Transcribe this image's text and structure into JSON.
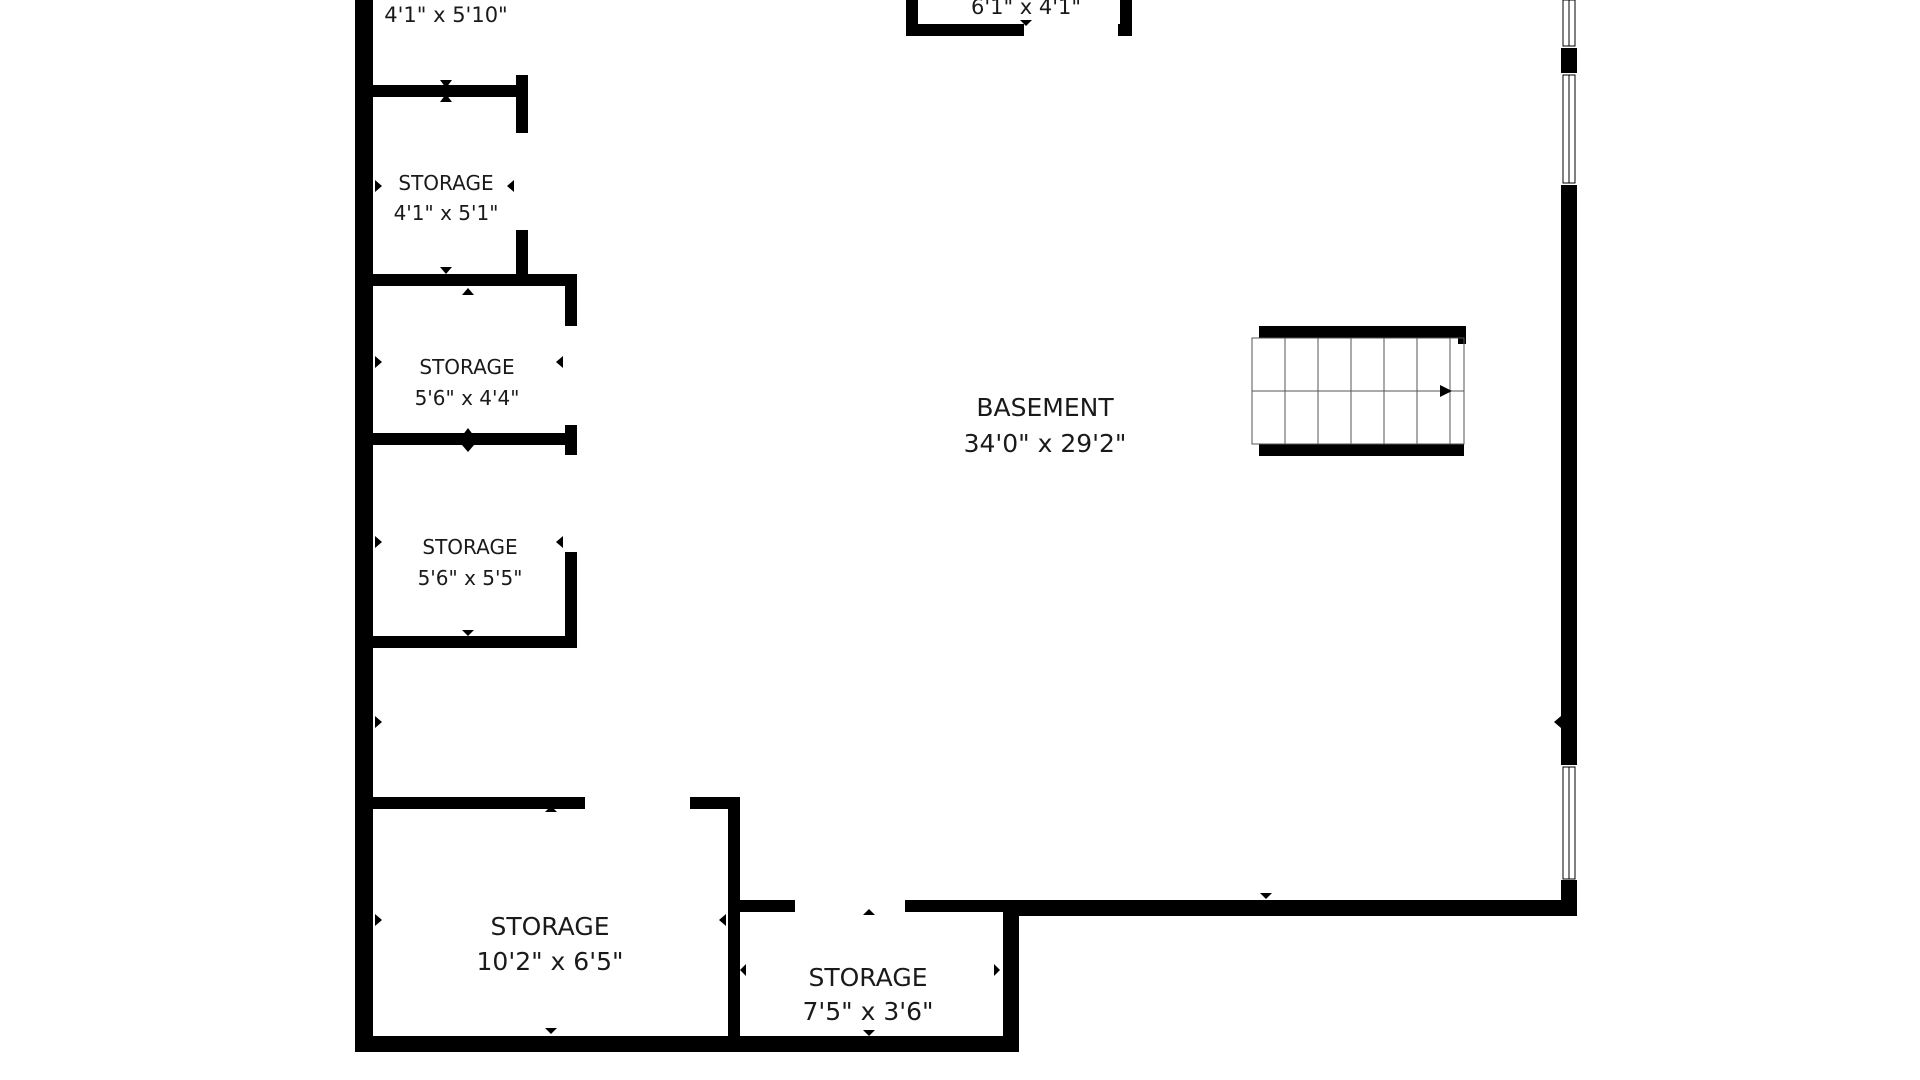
{
  "rooms": {
    "top_left_partial": {
      "dims": "4'1\" x 5'10\""
    },
    "top_center_partial": {
      "dims": "6'1\" x 4'1\""
    },
    "storage_1": {
      "name": "STORAGE",
      "dims": "4'1\" x 5'1\""
    },
    "storage_2": {
      "name": "STORAGE",
      "dims": "5'6\" x 4'4\""
    },
    "storage_3": {
      "name": "STORAGE",
      "dims": "5'6\" x 5'5\""
    },
    "basement": {
      "name": "BASEMENT",
      "dims": "34'0\" x 29'2\""
    },
    "storage_4": {
      "name": "STORAGE",
      "dims": "10'2\" x 6'5\""
    },
    "storage_5": {
      "name": "STORAGE",
      "dims": "7'5\" x 3'6\""
    }
  },
  "colors": {
    "wall": "#000000",
    "background": "#ffffff",
    "text": "#1a1a1a"
  },
  "icons": {
    "stairs": "stairs-icon",
    "arrow": "stair-direction-arrow-icon"
  }
}
